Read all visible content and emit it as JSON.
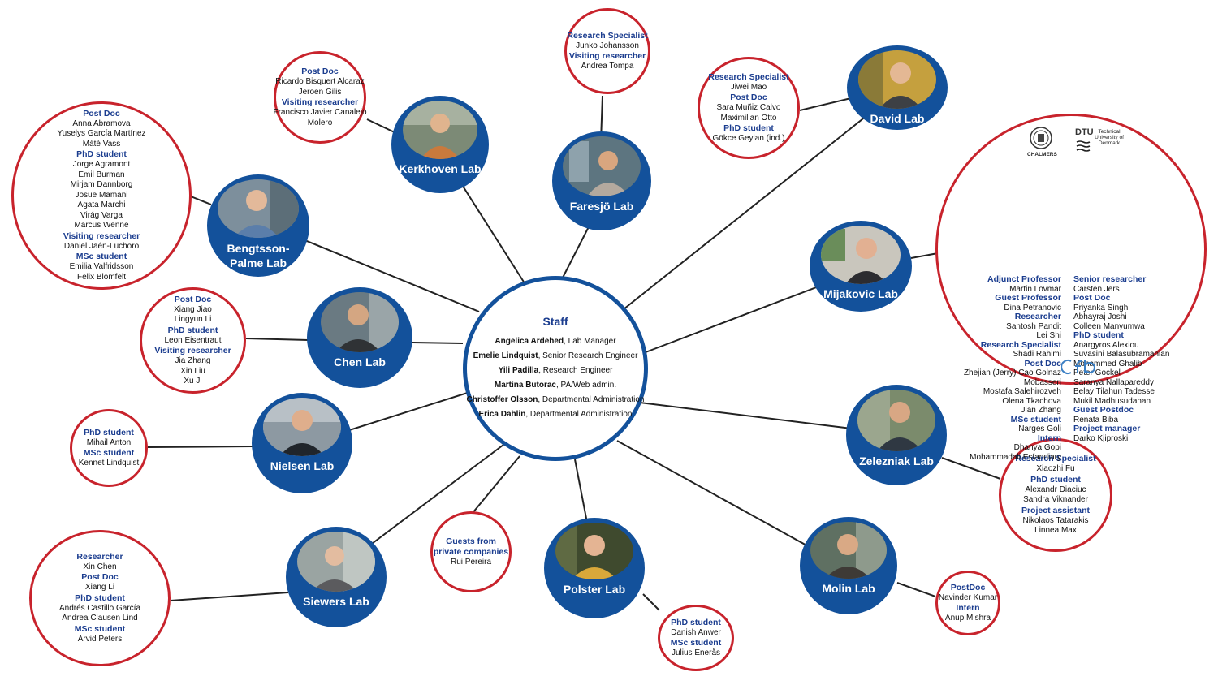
{
  "staff": {
    "title": "Staff",
    "members": [
      {
        "name": "Angelica Ardehed",
        "role": ", Lab Manager"
      },
      {
        "name": "Emelie Lindquist",
        "role": ", Senior Research Engineer"
      },
      {
        "name": "Yili Padilla",
        "role": ", Research Engineer"
      },
      {
        "name": "Martina Butorac",
        "role": ", PA/Web admin."
      },
      {
        "name": "Christoffer Olsson",
        "role": ", Departmental Administration"
      },
      {
        "name": "Erica Dahlin",
        "role": ", Departmental Administration"
      }
    ]
  },
  "labs": {
    "kerkhoven": "Kerkhoven Lab",
    "faresjo": "Faresjö Lab",
    "david": "David  Lab",
    "bengtsson": "Bengtsson-Palme Lab",
    "chen": "Chen Lab",
    "mijakovic": "Mijakovic  Lab",
    "nielsen": "Nielsen Lab",
    "zelezniak": "Zelezniak Lab",
    "siewers": "Siewers Lab",
    "polster": "Polster Lab",
    "molin": "Molin Lab"
  },
  "groups": {
    "faresjo": [
      {
        "h": "Research Specialist"
      },
      {
        "n": "Junko Johansson"
      },
      {
        "h": "Visiting researcher"
      },
      {
        "n": "Andrea Tompa"
      }
    ],
    "kerkhoven": [
      {
        "h": "Post Doc"
      },
      {
        "n": "Ricardo Bisquert Alcaraz"
      },
      {
        "n": "Jeroen Gilis"
      },
      {
        "h": "Visiting researcher"
      },
      {
        "n": "Francisco Javier Canalejo"
      },
      {
        "n": "Molero"
      }
    ],
    "david": [
      {
        "h": "Research Specialist"
      },
      {
        "n": "Jiwei Mao"
      },
      {
        "h": "Post Doc"
      },
      {
        "n": "Sara Muñiz Calvo"
      },
      {
        "n": "Maximilian Otto"
      },
      {
        "h": "PhD student"
      },
      {
        "n": "Gökce Geylan (ind.)"
      }
    ],
    "bengtsson": [
      {
        "h": "Post Doc"
      },
      {
        "n": "Anna Abramova"
      },
      {
        "n": "Yuselys García Martínez"
      },
      {
        "n": "Máté Vass"
      },
      {
        "h": "PhD student"
      },
      {
        "n": "Jorge Agramont"
      },
      {
        "n": "Emil Burman"
      },
      {
        "n": "Mirjam Dannborg"
      },
      {
        "n": "Josue Mamani"
      },
      {
        "n": "Agata Marchi"
      },
      {
        "n": "Virág Varga"
      },
      {
        "n": "Marcus Wenne"
      },
      {
        "h": "Visiting researcher"
      },
      {
        "n": "Daniel Jaén-Luchoro"
      },
      {
        "h": "MSc student"
      },
      {
        "n": "Emilia Valfridsson"
      },
      {
        "n": "Felix Blomfelt"
      }
    ],
    "chen": [
      {
        "h": "Post Doc"
      },
      {
        "n": "Xiang Jiao"
      },
      {
        "n": "Lingyun Li"
      },
      {
        "h": "PhD student"
      },
      {
        "n": "Leon Eisentraut"
      },
      {
        "h": "Visiting researcher"
      },
      {
        "n": "Jia Zhang"
      },
      {
        "n": "Xin Liu"
      },
      {
        "n": "Xu Ji"
      }
    ],
    "nielsen": [
      {
        "h": "PhD student"
      },
      {
        "n": "Mihail Anton"
      },
      {
        "h": "MSc student"
      },
      {
        "n": "Kennet Lindquist"
      }
    ],
    "siewers": [
      {
        "h": "Researcher"
      },
      {
        "n": "Xin Chen"
      },
      {
        "h": "Post Doc"
      },
      {
        "n": "Xiang Li"
      },
      {
        "h": "PhD student"
      },
      {
        "n": "Andrés Castillo García"
      },
      {
        "n": "Andrea Clausen Lind"
      },
      {
        "h": "MSc student"
      },
      {
        "n": "Arvid Peters"
      }
    ],
    "guests": [
      {
        "h": "Guests from"
      },
      {
        "h": "private companies"
      },
      {
        "n": "Rui Pereira"
      }
    ],
    "polster": [
      {
        "h": "PhD student"
      },
      {
        "n": "Danish Anwer"
      },
      {
        "h": "MSc student"
      },
      {
        "n": "Julius Enerås"
      }
    ],
    "molin": [
      {
        "h": "PostDoc"
      },
      {
        "n": "Navinder Kumar"
      },
      {
        "h": "Intern"
      },
      {
        "n": "Anup Mishra"
      }
    ],
    "zelezniak": [
      {
        "h": "Research Specialist"
      },
      {
        "n": "Xiaozhi Fu"
      },
      {
        "h": "PhD student"
      },
      {
        "n": "Alexandr Diaciuc"
      },
      {
        "n": "Sandra Viknander"
      },
      {
        "h": "Project assistant"
      },
      {
        "n": "Nikolaos Tatarakis"
      },
      {
        "n": "Linnea Max"
      }
    ],
    "mijakovic_left": [
      {
        "h": "Adjunct Professor"
      },
      {
        "n": "Martin Lovmar"
      },
      {
        "h": "Guest Professor"
      },
      {
        "n": "Dina Petranovic"
      },
      {
        "h": "Researcher"
      },
      {
        "n": "Santosh Pandit"
      },
      {
        "n": "Lei Shi"
      },
      {
        "h": "Research Specialist"
      },
      {
        "n": "Shadi Rahimi"
      },
      {
        "h": "Post Doc"
      },
      {
        "n": "Zhejian (Jerry) Cao Golnaz"
      },
      {
        "n": "Mobasseri"
      },
      {
        "n": "Mostafa Salehirozveh"
      },
      {
        "n": "Olena Tkachova"
      },
      {
        "n": "Jian Zhang"
      },
      {
        "h": "MSc student"
      },
      {
        "n": "Narges Goli"
      },
      {
        "h": "Intern"
      },
      {
        "n": "Dhanya Gopi"
      },
      {
        "n": "Mohammadali Esfandiary"
      }
    ],
    "mijakovic_right": [
      {
        "h": "Senior researcher"
      },
      {
        "n": "Carsten Jers"
      },
      {
        "h": "Post Doc"
      },
      {
        "n": "Priyanka Singh"
      },
      {
        "n": "Abhayraj Joshi"
      },
      {
        "n": "Colleen Manyumwa"
      },
      {
        "h": "PhD student"
      },
      {
        "n": "Anargyros Alexiou"
      },
      {
        "n": "Suvasini Balasubramanian"
      },
      {
        "n": "Mohammed Ghalib"
      },
      {
        "n": "Peter Gockel"
      },
      {
        "n": "Saranya Nallapareddy"
      },
      {
        "n": "Belay Tilahun Tadesse"
      },
      {
        "n": "Mukil Madhusudanan"
      },
      {
        "h": "Guest Postdoc"
      },
      {
        "n": "Renata Biba"
      },
      {
        "h": "Project manager"
      },
      {
        "n": "Darko Kjiproski"
      }
    ]
  },
  "logos": {
    "chalmers": "CHALMERS",
    "dtu": "DTU",
    "dtu_text": "Technical University of Denmark",
    "cfb": "cfb"
  },
  "colors": {
    "lab_blue": "#13519b",
    "header_blue": "#1b3d8f",
    "info_red": "#c8232c"
  }
}
